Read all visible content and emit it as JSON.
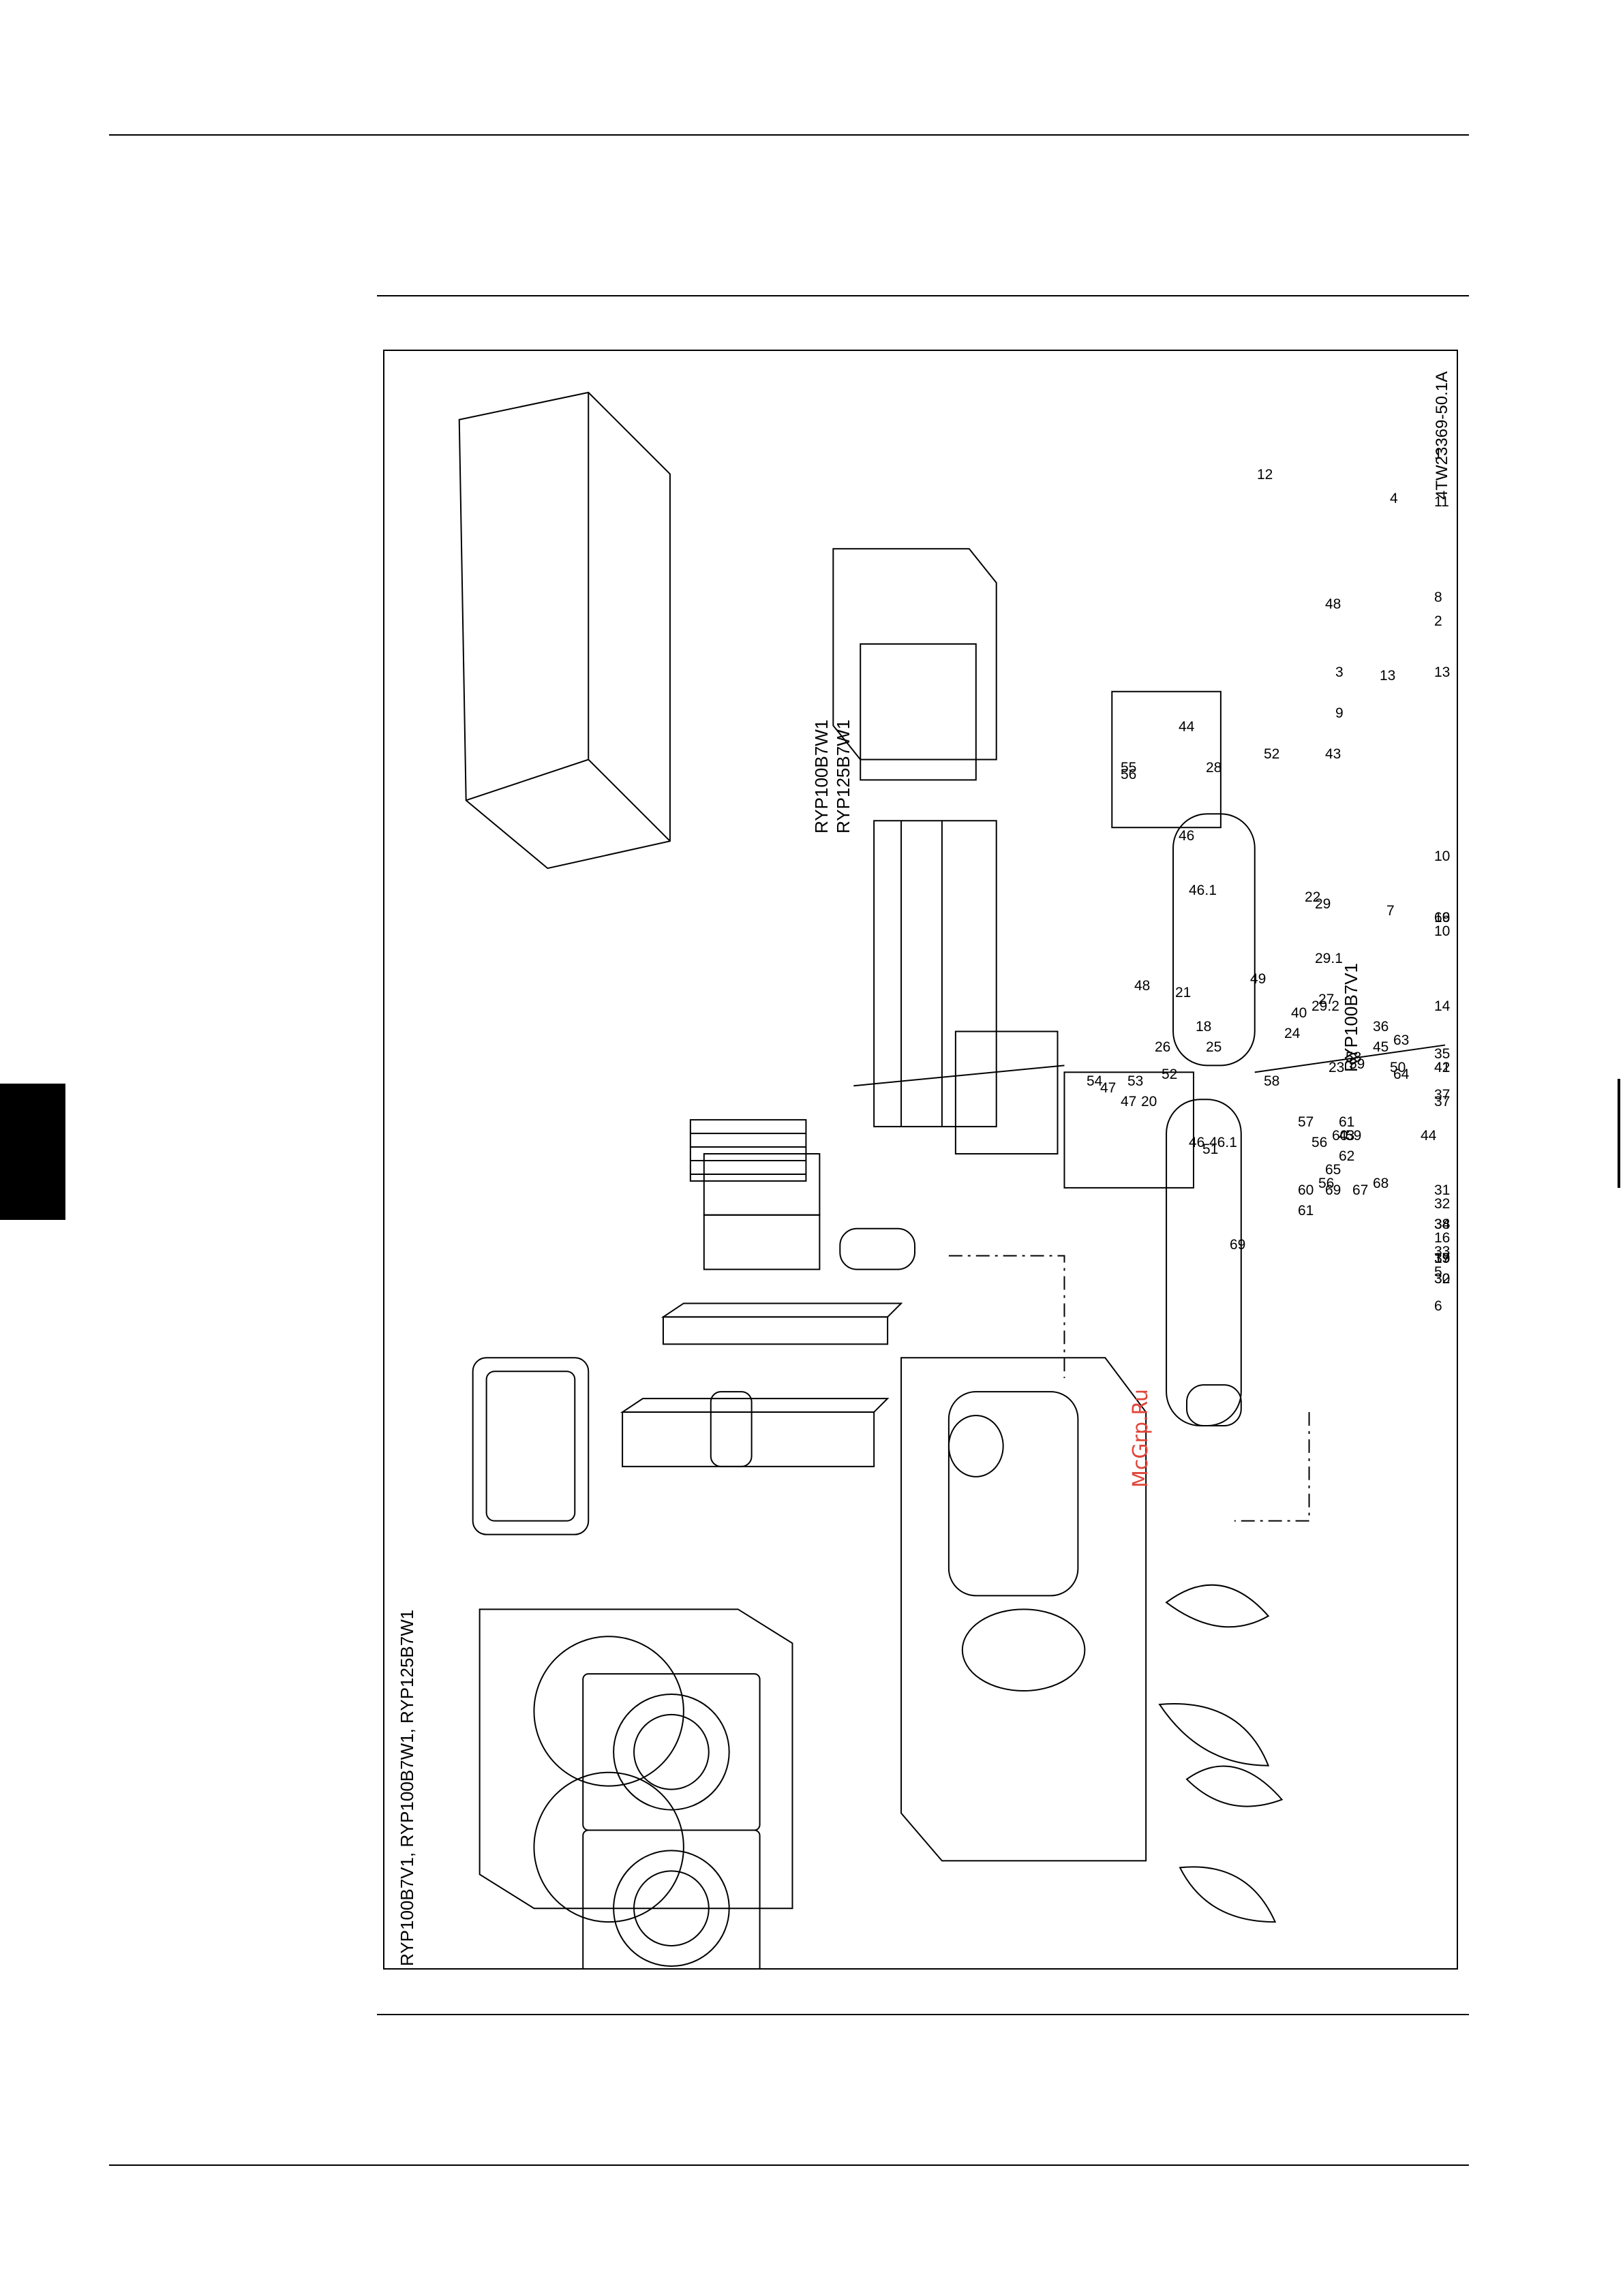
{
  "header": {
    "title": ""
  },
  "figure": {
    "reference_code": "4TW23369-50.1A",
    "model_caption_left": "RYP100B7V1, RYP100B7W1, RYP125B7W1",
    "model_caption_mid_1": "RYP100B7W1",
    "model_caption_mid_2": "RYP125B7W1",
    "model_caption_right": "RYP100B7V1",
    "watermark": "McGrp.Ru",
    "part_numbers": [
      "1",
      "2",
      "3",
      "4",
      "5",
      "6",
      "7",
      "8",
      "9",
      "10",
      "10",
      "11",
      "12",
      "13",
      "13",
      "14",
      "15",
      "16",
      "17",
      "18",
      "19",
      "20",
      "21",
      "22",
      "23",
      "24",
      "25",
      "26",
      "27",
      "28",
      "29",
      "29.1",
      "29.2",
      "30",
      "31",
      "32",
      "32",
      "33",
      "34",
      "35",
      "36",
      "37",
      "37",
      "38",
      "38",
      "39",
      "39",
      "40",
      "41",
      "42",
      "43",
      "43",
      "44",
      "44",
      "45",
      "46",
      "46",
      "46.1",
      "46.1",
      "47",
      "47",
      "48",
      "48",
      "49",
      "50",
      "51",
      "52",
      "52",
      "53",
      "54",
      "55",
      "56",
      "56",
      "56",
      "57",
      "58",
      "58",
      "59",
      "59",
      "60",
      "60",
      "61",
      "61",
      "62",
      "63",
      "64",
      "65",
      "66",
      "67",
      "68",
      "69",
      "69"
    ]
  },
  "footer": {
    "text": ""
  }
}
